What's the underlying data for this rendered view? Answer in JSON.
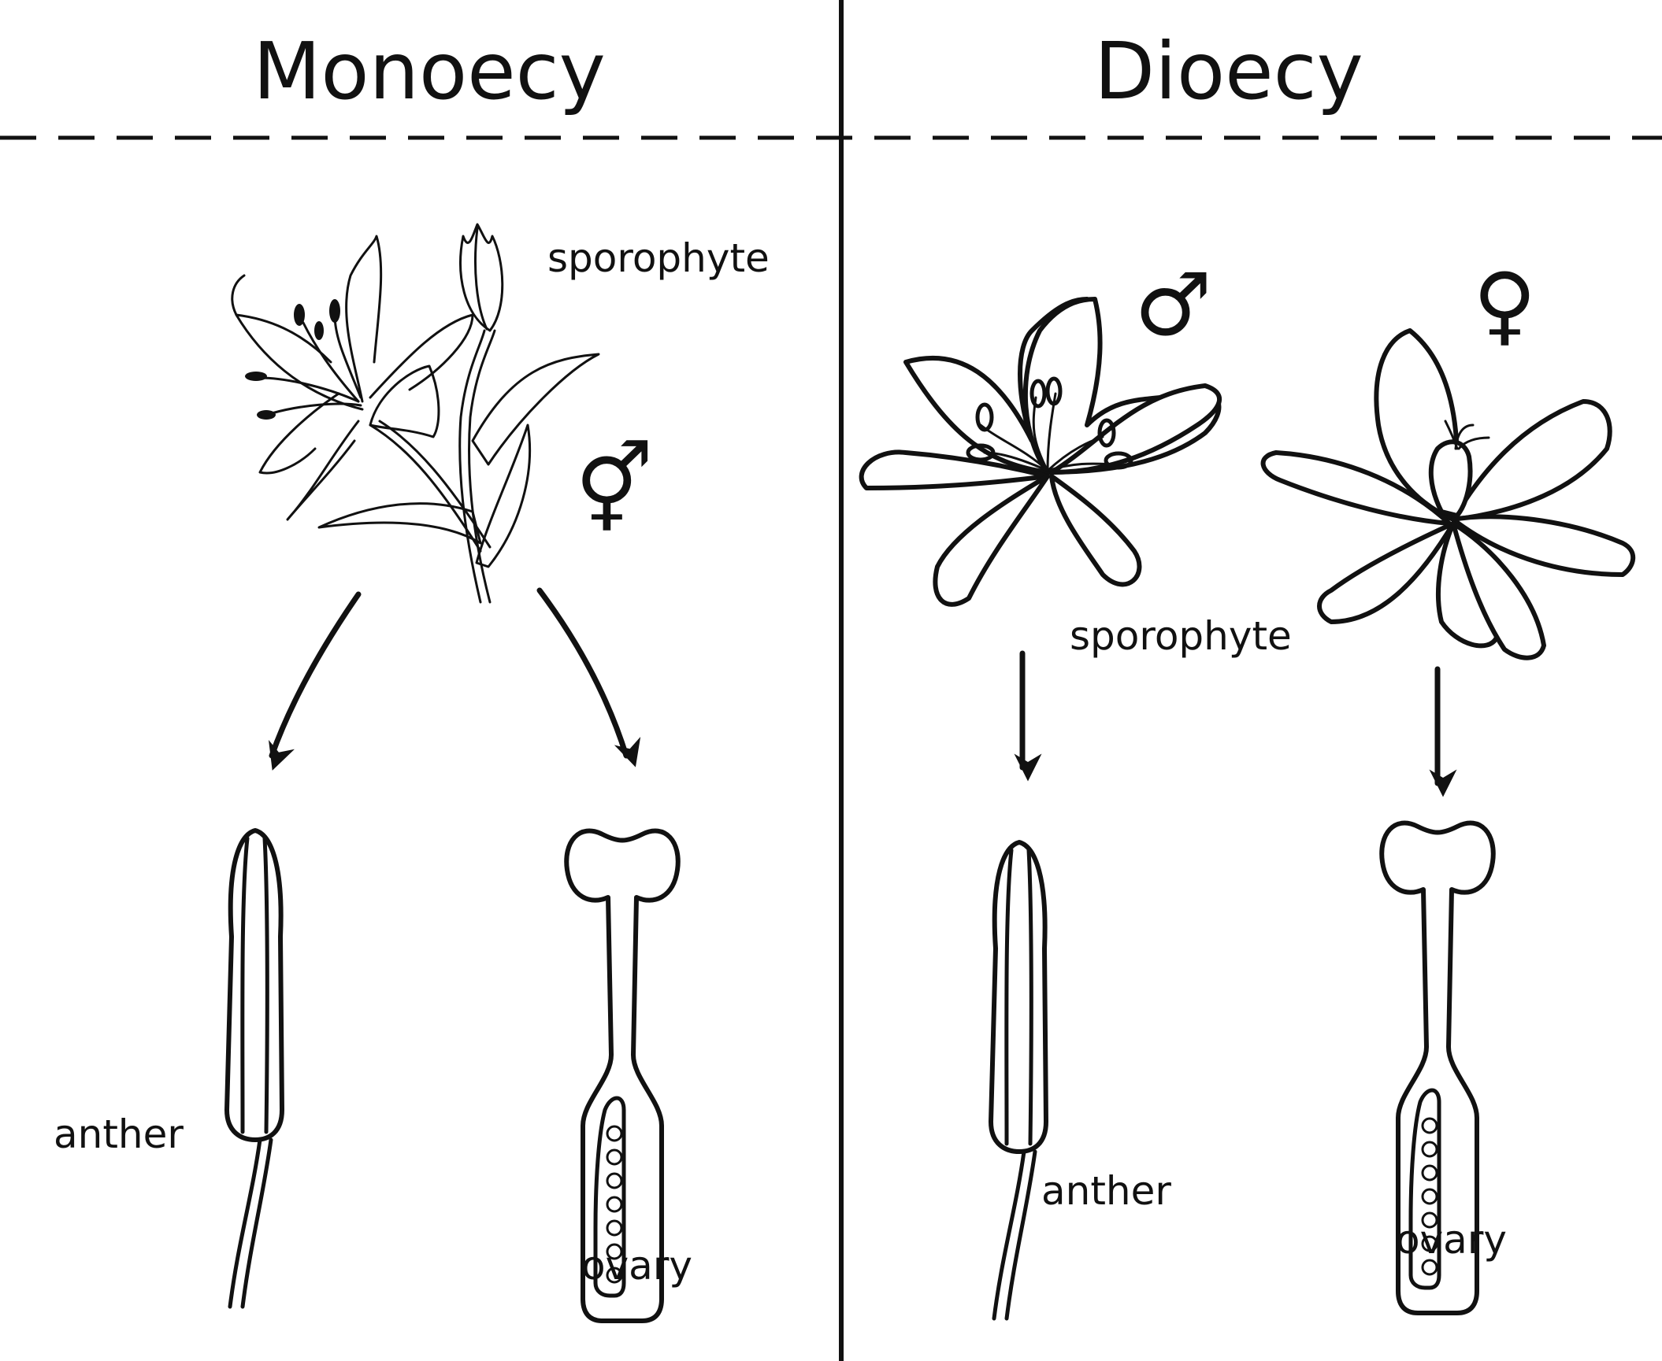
{
  "panels": {
    "left": {
      "title": "Monoecy",
      "plant_label": "sporophyte",
      "symbol": "⚥",
      "male_part_label": "anther",
      "female_part_label": "ovary"
    },
    "right": {
      "title": "Dioecy",
      "plant_label": "sporophyte",
      "male_symbol": "♂",
      "female_symbol": "♀",
      "male_part_label": "anther",
      "female_part_label": "ovary"
    }
  }
}
